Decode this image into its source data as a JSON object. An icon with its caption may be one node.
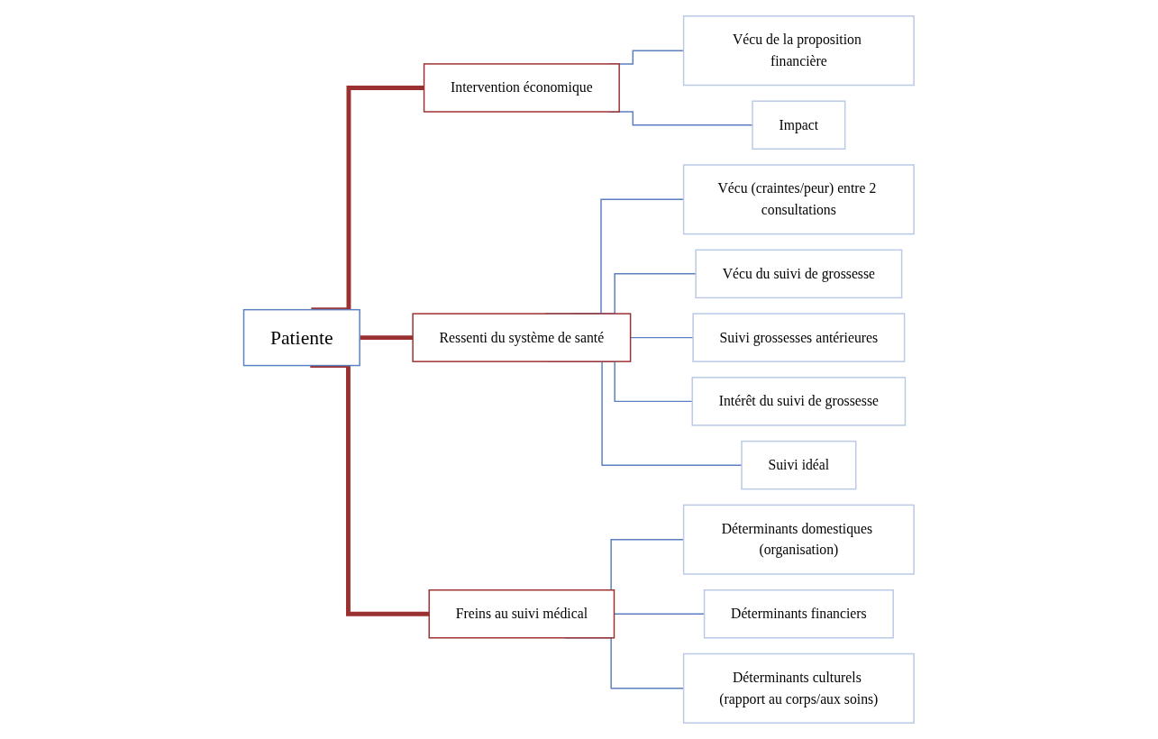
{
  "diagram": {
    "nodes": [
      {
        "text": [
          "Patiente"
        ]
      },
      {
        "text": [
          "Intervention économique"
        ]
      },
      {
        "text": [
          "Vécu de la proposition financière"
        ]
      },
      {
        "text": [
          "Impact"
        ]
      },
      {
        "text": [
          "Ressenti du système de santé"
        ]
      },
      {
        "text": [
          "Vécu (craintes/peur) entre 2 consultations"
        ]
      },
      {
        "text": [
          "Vécu du suivi de grossesse"
        ]
      },
      {
        "text": [
          "Suivi grossesses antérieures"
        ]
      },
      {
        "text": [
          "Intérêt du suivi de grossesse"
        ]
      },
      {
        "text": [
          "Suivi idéal"
        ]
      },
      {
        "text": [
          "Freins au suivi médical"
        ]
      },
      {
        "text": [
          "Déterminants domestiques (organisation)"
        ]
      },
      {
        "text": [
          "Déterminants financiers"
        ]
      },
      {
        "text": [
          "Déterminants culturels (rapport au corps/aux soins)"
        ]
      }
    ],
    "edges": [
      {
        "from": 0,
        "to": 1,
        "arrow": "none",
        "style": "thick",
        "color": "#9b3030"
      },
      {
        "from": 1,
        "to": 2,
        "arrow": "none"
      },
      {
        "from": 1,
        "to": 3,
        "arrow": "none"
      },
      {
        "from": 0,
        "to": 4,
        "arrow": "none",
        "style": "thick",
        "color": "#9b3030"
      },
      {
        "from": 4,
        "to": 5,
        "arrow": "none"
      },
      {
        "from": 4,
        "to": 6,
        "arrow": "none"
      },
      {
        "from": 4,
        "to": 7,
        "arrow": "none"
      },
      {
        "from": 4,
        "to": 8,
        "arrow": "none"
      },
      {
        "from": 4,
        "to": 9,
        "arrow": "none"
      },
      {
        "from": 0,
        "to": 10,
        "arrow": "none",
        "style": "thick",
        "color": "#9b3030"
      },
      {
        "from": 10,
        "to": 11,
        "arrow": "none"
      },
      {
        "from": 10,
        "to": 12,
        "arrow": "none"
      },
      {
        "from": 10,
        "to": 13,
        "arrow": "none"
      }
    ]
  }
}
